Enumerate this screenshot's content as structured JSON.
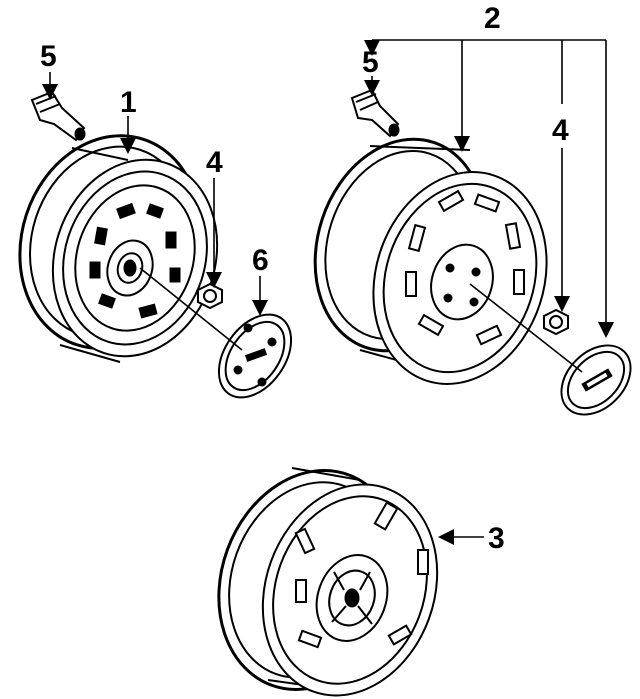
{
  "callouts": {
    "valve_stem_left": "5",
    "wheel_left": "1",
    "lug_nut_left": "4",
    "hub_cap_left": "6",
    "wheel_assembly_right": "2",
    "valve_stem_right": "5",
    "lug_nut_right": "4",
    "spare_wheel": "3"
  },
  "colors": {
    "ink": "#000000",
    "paper": "#ffffff"
  },
  "icons": {
    "valve_stem": "valve-stem-icon",
    "lug_nut": "lug-nut-icon",
    "hub_cap": "hub-cap-icon",
    "center_cap": "center-cap-icon"
  }
}
